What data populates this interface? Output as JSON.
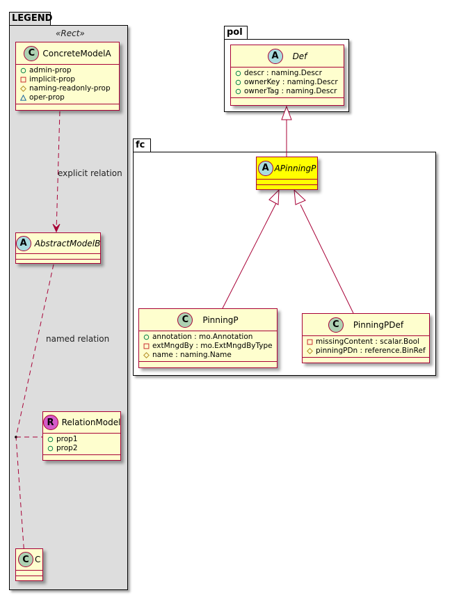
{
  "packages": {
    "legend": {
      "name": "LEGEND",
      "stereotype": "«Rect»"
    },
    "pol": {
      "name": "pol"
    },
    "fc": {
      "name": "fc"
    }
  },
  "classes": {
    "concrete_model_a": {
      "kind": "C",
      "name": "ConcreteModelA",
      "attributes": [
        {
          "visibility": "public",
          "text": "admin-prop"
        },
        {
          "visibility": "private",
          "text": "implicit-prop"
        },
        {
          "visibility": "protected",
          "text": "naming-readonly-prop"
        },
        {
          "visibility": "package",
          "text": "oper-prop"
        }
      ]
    },
    "abstract_model_b": {
      "kind": "A",
      "name": "AbstractModelB",
      "attributes": []
    },
    "relation_model": {
      "kind": "R",
      "name": "RelationModel",
      "attributes": [
        {
          "visibility": "public",
          "text": "prop1"
        },
        {
          "visibility": "public",
          "text": "prop2"
        }
      ]
    },
    "c": {
      "kind": "C",
      "name": "C",
      "attributes": []
    },
    "def": {
      "kind": "A",
      "name": "Def",
      "attributes": [
        {
          "visibility": "public",
          "text": "descr : naming.Descr"
        },
        {
          "visibility": "public",
          "text": "ownerKey : naming.Descr"
        },
        {
          "visibility": "public",
          "text": "ownerTag : naming.Descr"
        }
      ]
    },
    "a_pinning_p": {
      "kind": "A",
      "name": "APinningP",
      "attributes": [],
      "fill": "#ffff00"
    },
    "pinning_p": {
      "kind": "C",
      "name": "PinningP",
      "attributes": [
        {
          "visibility": "public",
          "text": "annotation : mo.Annotation"
        },
        {
          "visibility": "private",
          "text": "extMngdBy : mo.ExtMngdByType"
        },
        {
          "visibility": "protected",
          "text": "name : naming.Name"
        }
      ]
    },
    "pinning_p_def": {
      "kind": "C",
      "name": "PinningPDef",
      "attributes": [
        {
          "visibility": "private",
          "text": "missingContent : scalar.Bool"
        },
        {
          "visibility": "protected",
          "text": "pinningPDn : reference.BinRef"
        }
      ]
    }
  },
  "relations": {
    "explicit": {
      "label": "explicit relation",
      "from": "ConcreteModelA",
      "to": "AbstractModelB",
      "style": "dashed-arrow"
    },
    "named": {
      "label": "named relation",
      "from": "AbstractModelB",
      "to": "C",
      "association_class": "RelationModel",
      "style": "dashed-arrow"
    },
    "inherit_def": {
      "from": "APinningP",
      "to": "Def",
      "style": "generalization"
    },
    "inherit_pinningp": {
      "from": "PinningP",
      "to": "APinningP",
      "style": "generalization"
    },
    "inherit_pinningpdef": {
      "from": "PinningPDef",
      "to": "APinningP",
      "style": "generalization"
    }
  },
  "colors": {
    "border": "#a80036",
    "class_fill": "#fefece",
    "legend_fill": "#dddddd",
    "highlight_fill": "#ffff00",
    "public": "#038048",
    "private": "#c82930",
    "protected": "#b38d22",
    "package": "#1963a0"
  }
}
